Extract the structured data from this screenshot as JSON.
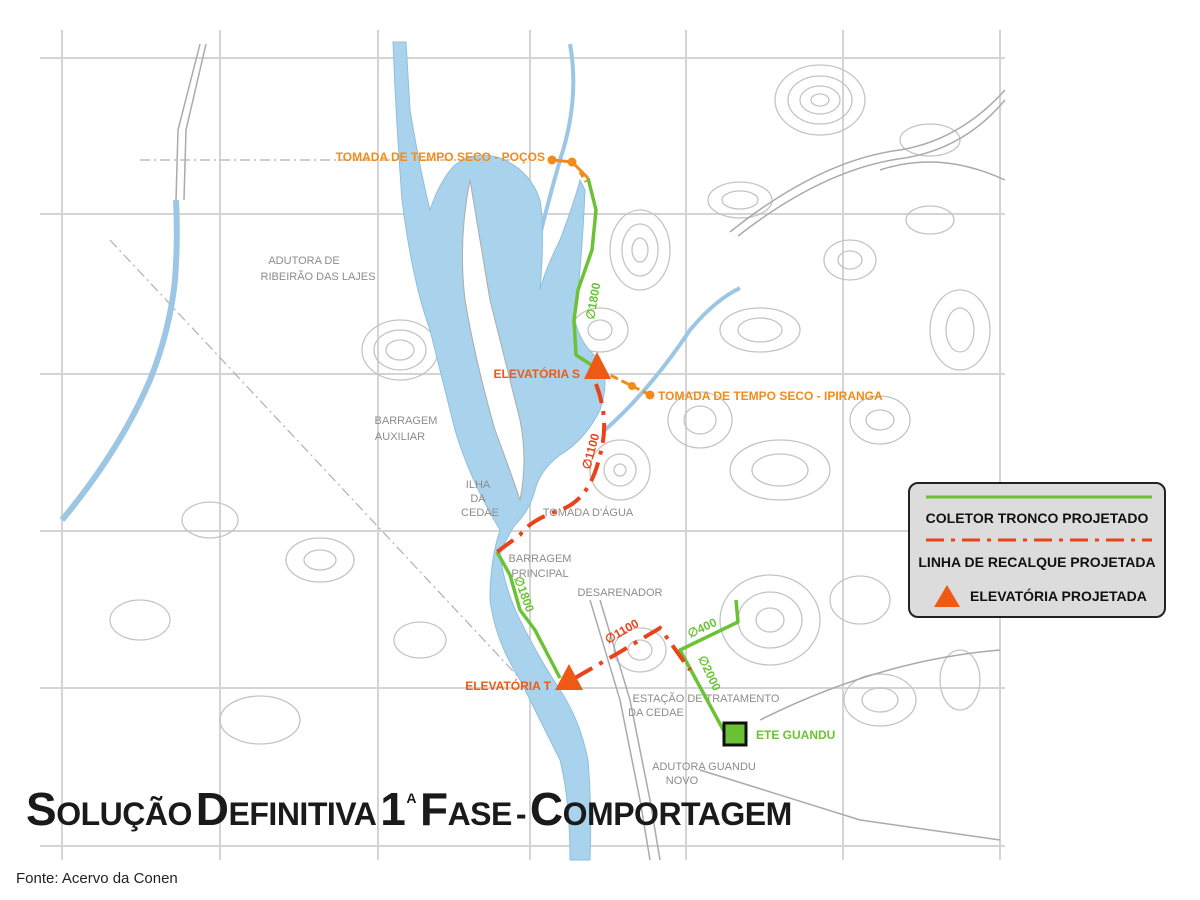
{
  "map": {
    "colors": {
      "water": "#a9d3ec",
      "grid": "#d4d4d4",
      "contour": "#c4c4c4",
      "collector": "#6cc235",
      "pressure_line": "#e8431a",
      "elevatoria": "#ee5a16",
      "tomada": "#f28b1a",
      "ete": "#6cc235"
    },
    "labels": {
      "tomada_pocos": "TOMADA DE TEMPO SECO - POÇOS",
      "tomada_ipiranga": "TOMADA DE TEMPO SECO - IPIRANGA",
      "elevatoria_s": "ELEVATÓRIA S",
      "elevatoria_t": "ELEVATÓRIA T",
      "ete_guandu": "ETE GUANDU",
      "d1800_upper": "∅1800",
      "d1100_upper": "∅1100",
      "d1800_lower": "∅1800",
      "d1100_lower": "∅1100",
      "d400": "∅400",
      "d2000": "∅2000"
    },
    "base_labels": {
      "adutora_lajes_1": "ADUTORA DE",
      "adutora_lajes_2": "RIBEIRÃO DAS LAJES",
      "barragem_aux_1": "BARRAGEM",
      "barragem_aux_2": "AUXILIAR",
      "ilha_1": "ILHA",
      "ilha_2": "DA",
      "ilha_3": "CEDAE",
      "tomada_agua": "TOMADA D'ÁGUA",
      "barragem_pr_1": "BARRAGEM",
      "barragem_pr_2": "PRINCIPAL",
      "desarenador": "DESARENADOR",
      "estacao_1": "ESTAÇÃO DE TRATAMENTO",
      "estacao_2": "DA CEDAE",
      "adutora_guandu_1": "ADUTORA GUANDU",
      "adutora_guandu_2": "NOVO"
    }
  },
  "legend": {
    "collector": "COLETOR TRONCO PROJETADO",
    "pressure_line": "LINHA DE RECALQUE PROJETADA",
    "elevatoria": "ELEVATÓRIA PROJETADA"
  },
  "title": {
    "s1": "S",
    "w1": "OLUÇÃO",
    "s2": "D",
    "w2": "EFINITIVA",
    "n": "1",
    "sup": "A",
    "s3": "F",
    "w3": "ASE",
    "dash": "-",
    "s4": "C",
    "w4": "OMPORTAGEM"
  },
  "source": "Fonte: Acervo da Conen"
}
